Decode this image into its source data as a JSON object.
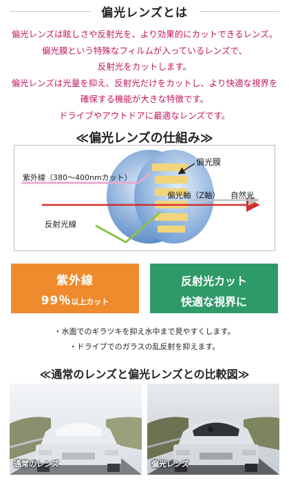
{
  "header": {
    "title": "偏光レンズとは"
  },
  "intro": {
    "lines": [
      "偏光レンズは眩しさや反射光を、より効果的にカットできるレンズ。",
      "偏光膜という特殊なフィルムが入っているレンズで、",
      "反射光をカットします。",
      "偏光レンズは光量を抑え、反射光だけをカットし、より快適な視界を",
      "確保する機能が大きな特徴です。",
      "ドライブやアウトドアに最適なレンズです。"
    ]
  },
  "mechanism": {
    "heading": "≪偏光レンズの仕組み≫",
    "labels": {
      "polarizing_film": "偏光膜",
      "uv": "紫外線（380～400nmカット）",
      "axis": "偏光軸（Z軸）",
      "natural_light": "自然光",
      "reflected": "反射光線"
    }
  },
  "features": {
    "uv": {
      "line1": "紫外線",
      "line2_main": "99％",
      "line2_small": "以上カット"
    },
    "glare": {
      "line1": "反射光カット",
      "line2": "快適な視界に"
    }
  },
  "bullets": [
    "・水面でのギラツキを抑え水中まで見やすくします。",
    "・ドライブでのガラスの乱反射を抑えます。"
  ],
  "comparison": {
    "heading": "≪通常のレンズと偏光レンズとの比較図≫",
    "normal_label": "通常のレンズ",
    "polarized_label": "偏光レンズ"
  },
  "colors": {
    "intro_text": "#c2185b",
    "uv_card": "#ef8b2c",
    "glare_card": "#2e9a68",
    "uv_ray": "#e7a9d2",
    "natural_ray": "#d32f2f",
    "reflected_ray": "#8bc34a",
    "polarizer": "#f2d57a"
  }
}
